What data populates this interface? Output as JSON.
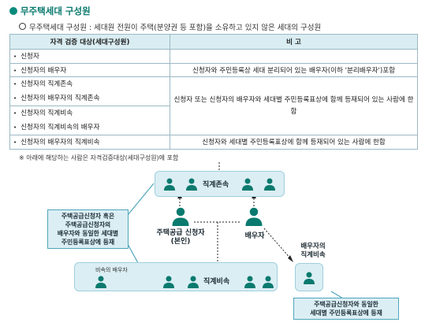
{
  "title": "무주택세대 구성원",
  "definition": "무주택세대 구성원 : 세대원 전원이 주택(분양권 등 포함)을 소유하고 있지 않은 세대의 구성원",
  "table": {
    "headers": [
      "자격 검증 대상(세대구성원)",
      "비 고"
    ],
    "rows": [
      {
        "targets": [
          "신청자"
        ],
        "note": ""
      },
      {
        "targets": [
          "신청자의 배우자"
        ],
        "note": "신청자와 주민등록상 세대 분리되어 있는 배우자(이하 '분리배우자')포함"
      },
      {
        "targets": [
          "신청자의 직계존속",
          "신청자의 배우자의 직계존속",
          "신청자의 직계비속",
          "신청자의 직계비속의 배우자"
        ],
        "note": "신청자 또는 신청자의 배우자와 세대별 주민등록표상에 함께 등재되어 있는 사람에 한함"
      },
      {
        "targets": [
          "신청자의 배우자의 직계비속"
        ],
        "note": "신청자와 세대별 주민등록표상에 함께 등재되어 있는 사람에 한함"
      }
    ]
  },
  "note": "※ 아래에 해당하는 사람은 자격검증대상(세대구성원)에 포함",
  "diagram": {
    "ascendants_label": "직계존속",
    "applicant_label_line1": "주택공급 신청자",
    "applicant_label_line2": "(본인)",
    "spouse_label": "배우자",
    "descendants_label": "직계비속",
    "descendant_spouse_label": "비속의 배우자",
    "spouse_descendants_label_line1": "배우자의",
    "spouse_descendants_label_line2": "직계비속",
    "callout_left": [
      "주택공급신청자 혹은",
      "주택공급신청자의",
      "배우자와 동일한 세대별",
      "주민등록표상에 등재"
    ],
    "callout_right": [
      "주택공급신청자와 동일한",
      "세대별 주민등록표상에 등재"
    ],
    "accent_color": "#0a8a7d",
    "person_color": "#0a7a6e"
  }
}
